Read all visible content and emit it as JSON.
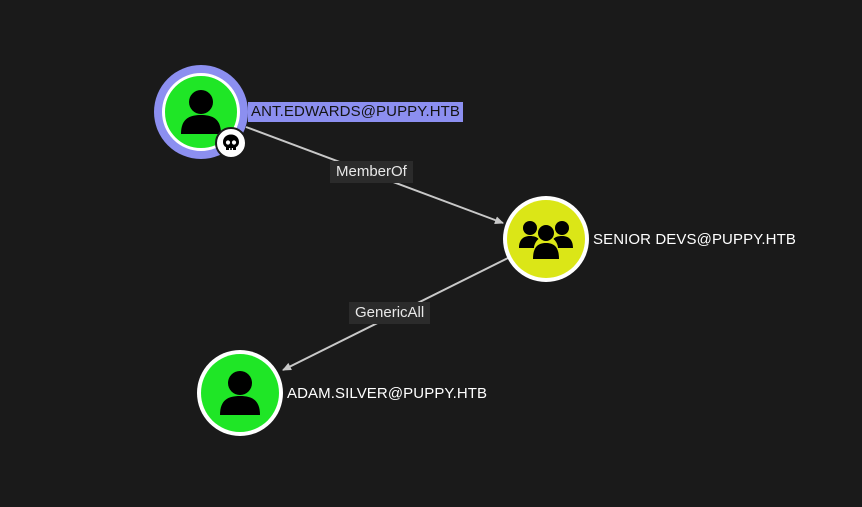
{
  "colors": {
    "background": "#1a1a1a",
    "user_node": "#1fe626",
    "group_node": "#dbe617",
    "node_ring": "#ffffff",
    "selected_ring": "#8c8ff0",
    "edge": "#c8c8c8"
  },
  "nodes": {
    "ant_edwards": {
      "label": "ANT.EDWARDS@PUPPY.HTB",
      "kind": "user",
      "icon": "user-icon",
      "badge_icon": "skull-icon",
      "selected": true
    },
    "senior_devs": {
      "label": "SENIOR DEVS@PUPPY.HTB",
      "kind": "group",
      "icon": "group-icon"
    },
    "adam_silver": {
      "label": "ADAM.SILVER@PUPPY.HTB",
      "kind": "user",
      "icon": "user-icon"
    }
  },
  "edges": {
    "memberof": {
      "label": "MemberOf",
      "from": "ANT.EDWARDS@PUPPY.HTB",
      "to": "SENIOR DEVS@PUPPY.HTB"
    },
    "genericall": {
      "label": "GenericAll",
      "from": "SENIOR DEVS@PUPPY.HTB",
      "to": "ADAM.SILVER@PUPPY.HTB"
    }
  }
}
